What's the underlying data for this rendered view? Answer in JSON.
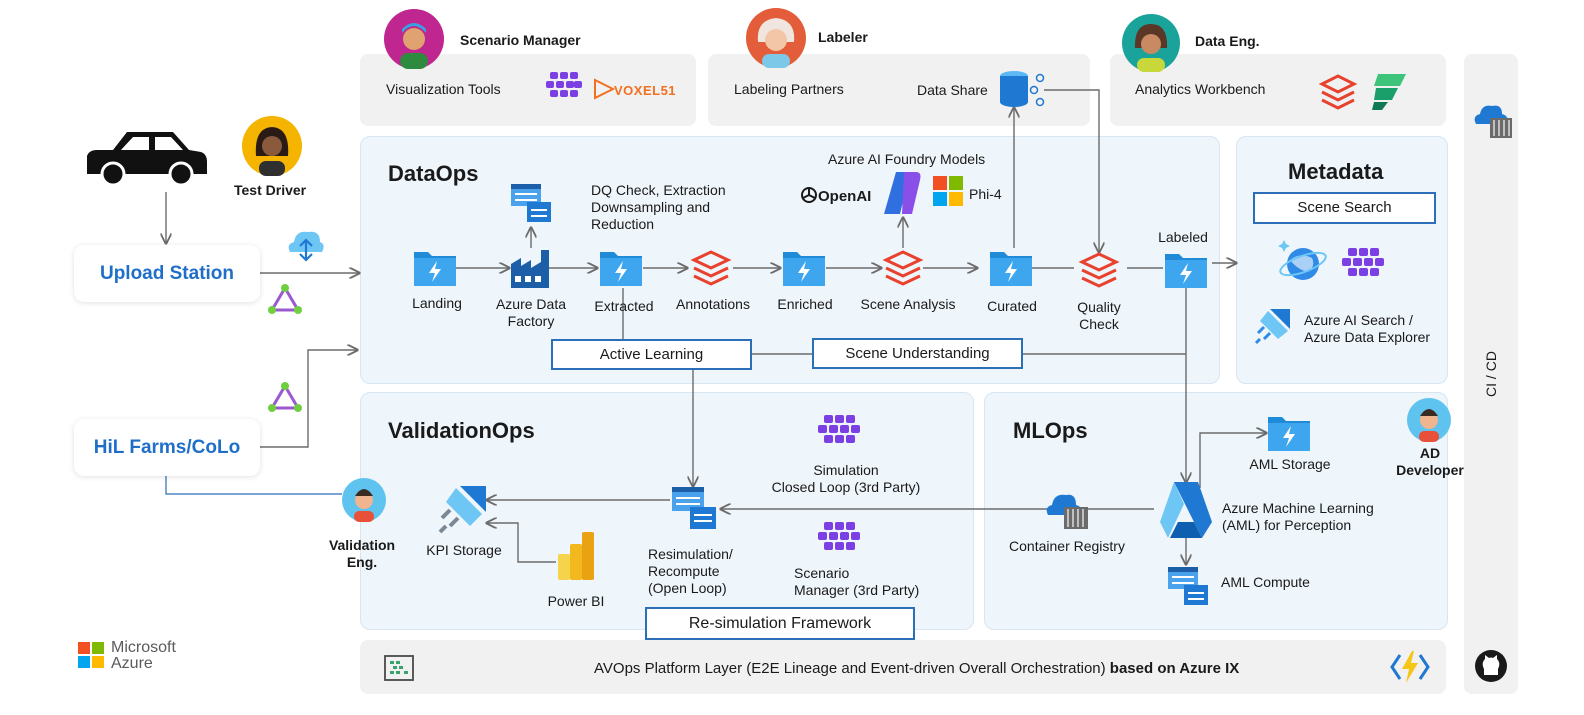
{
  "personas": {
    "scenario_manager": "Scenario Manager",
    "labeler": "Labeler",
    "data_eng": "Data Eng.",
    "test_driver": "Test Driver",
    "validation_eng": "Validation\nEng.",
    "ad_developer": "AD\nDeveloper"
  },
  "top_bar": {
    "visualization_tools": "Visualization Tools",
    "voxel51": "VOXEL51",
    "labeling_partners": "Labeling Partners",
    "data_share": "Data Share",
    "analytics_workbench": "Analytics Workbench"
  },
  "stations": {
    "upload": "Upload Station",
    "hil": "HiL Farms/CoLo"
  },
  "dataops": {
    "title": "DataOps",
    "dq_note": "DQ Check, Extraction\nDownsampling and\nReduction",
    "foundry_title": "Azure AI Foundry Models",
    "openai": "OpenAI",
    "phi4": "Phi-4",
    "stages": {
      "landing": "Landing",
      "adf": "Azure Data\nFactory",
      "extracted": "Extracted",
      "annotations": "Annotations",
      "enriched": "Enriched",
      "scene_analysis": "Scene Analysis",
      "curated": "Curated",
      "quality_check": "Quality\nCheck",
      "labeled": "Labeled"
    },
    "active_learning": "Active Learning",
    "scene_understanding": "Scene Understanding"
  },
  "metadata": {
    "title": "Metadata",
    "scene_search": "Scene Search",
    "search_label": "Azure AI Search /\nAzure Data Explorer"
  },
  "validationops": {
    "title": "ValidationOps",
    "simulation": "Simulation\nClosed Loop (3rd Party)",
    "kpi_storage": "KPI Storage",
    "power_bi": "Power BI",
    "resimulation": "Resimulation/\nRecompute\n(Open Loop)",
    "scenario_manager": "Scenario\nManager (3rd Party)",
    "resim_framework": "Re-simulation Framework"
  },
  "mlops": {
    "title": "MLOps",
    "aml_storage": "AML Storage",
    "aml": "Azure Machine Learning\n(AML) for Perception",
    "container_registry": "Container Registry",
    "aml_compute": "AML Compute"
  },
  "platform": {
    "text_main": "AVOps Platform Layer (E2E Lineage and Event-driven Overall Orchestration) ",
    "text_bold": "based on Azure IX"
  },
  "cicd": "CI / CD",
  "brand": {
    "line1": "Microsoft",
    "line2": "Azure"
  },
  "colors": {
    "accent_blue": "#2a6fb8",
    "station_text": "#1f6fc8",
    "panel_bg": "#eef5fb",
    "grey_bg": "#f1f1f1",
    "databricks_red": "#e8412e",
    "synapse_purple": "#7b3fe4"
  }
}
